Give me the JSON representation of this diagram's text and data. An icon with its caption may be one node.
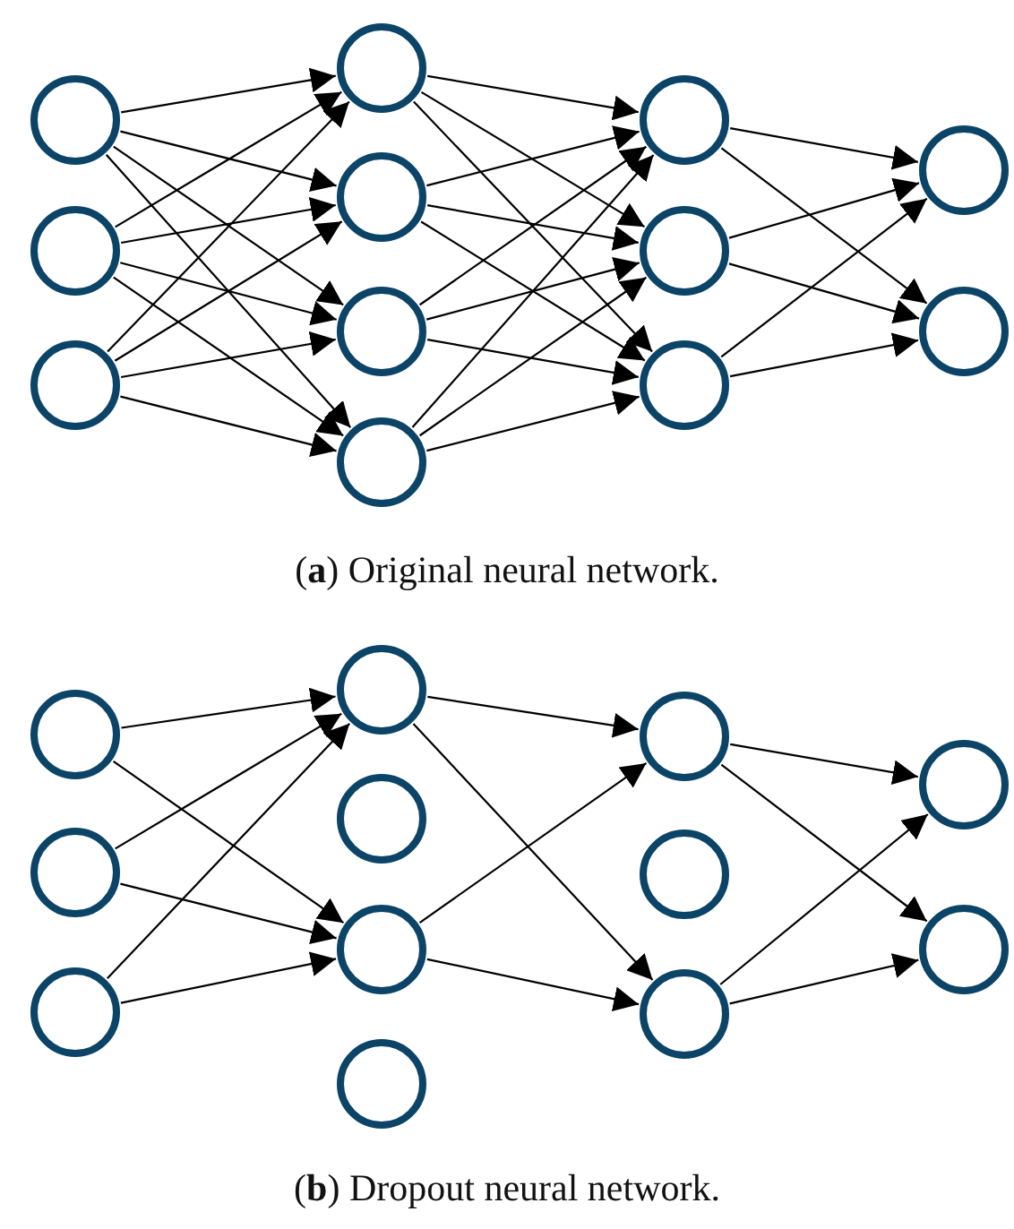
{
  "diagram": {
    "nodes": [
      {
        "text": [],
        "shape": "circle"
      },
      {
        "text": [],
        "shape": "circle"
      },
      {
        "text": [],
        "shape": "circle"
      },
      {
        "text": [],
        "shape": "circle"
      },
      {
        "text": [],
        "shape": "circle"
      },
      {
        "text": [],
        "shape": "circle"
      },
      {
        "text": [],
        "shape": "circle"
      },
      {
        "text": [],
        "shape": "circle"
      },
      {
        "text": [],
        "shape": "circle"
      },
      {
        "text": [],
        "shape": "circle"
      },
      {
        "text": [],
        "shape": "circle"
      },
      {
        "text": [],
        "shape": "circle"
      },
      {
        "text": [],
        "shape": "circle"
      },
      {
        "text": [],
        "shape": "circle"
      },
      {
        "text": [],
        "shape": "circle"
      },
      {
        "text": [],
        "shape": "circle"
      },
      {
        "text": [],
        "shape": "circle"
      },
      {
        "text": [],
        "shape": "circle"
      },
      {
        "text": [],
        "shape": "circle"
      },
      {
        "text": [],
        "shape": "circle"
      },
      {
        "text": [],
        "shape": "circle"
      },
      {
        "text": [],
        "shape": "circle"
      },
      {
        "text": [],
        "shape": "circle"
      },
      {
        "text": [],
        "shape": "circle"
      }
    ],
    "edges": [
      {
        "from": 0,
        "to": 3,
        "arrow": "to"
      },
      {
        "from": 0,
        "to": 4,
        "arrow": "to"
      },
      {
        "from": 0,
        "to": 5,
        "arrow": "to"
      },
      {
        "from": 0,
        "to": 6,
        "arrow": "to"
      },
      {
        "from": 1,
        "to": 3,
        "arrow": "to"
      },
      {
        "from": 1,
        "to": 4,
        "arrow": "to"
      },
      {
        "from": 1,
        "to": 5,
        "arrow": "to"
      },
      {
        "from": 1,
        "to": 6,
        "arrow": "to"
      },
      {
        "from": 2,
        "to": 3,
        "arrow": "to"
      },
      {
        "from": 2,
        "to": 4,
        "arrow": "to"
      },
      {
        "from": 2,
        "to": 5,
        "arrow": "to"
      },
      {
        "from": 2,
        "to": 6,
        "arrow": "to"
      },
      {
        "from": 3,
        "to": 7,
        "arrow": "to"
      },
      {
        "from": 3,
        "to": 8,
        "arrow": "to"
      },
      {
        "from": 3,
        "to": 9,
        "arrow": "to"
      },
      {
        "from": 4,
        "to": 7,
        "arrow": "to"
      },
      {
        "from": 4,
        "to": 8,
        "arrow": "to"
      },
      {
        "from": 4,
        "to": 9,
        "arrow": "to"
      },
      {
        "from": 5,
        "to": 7,
        "arrow": "to"
      },
      {
        "from": 5,
        "to": 8,
        "arrow": "to"
      },
      {
        "from": 5,
        "to": 9,
        "arrow": "to"
      },
      {
        "from": 6,
        "to": 7,
        "arrow": "to"
      },
      {
        "from": 6,
        "to": 8,
        "arrow": "to"
      },
      {
        "from": 6,
        "to": 9,
        "arrow": "to"
      },
      {
        "from": 7,
        "to": 10,
        "arrow": "to"
      },
      {
        "from": 7,
        "to": 11,
        "arrow": "to"
      },
      {
        "from": 8,
        "to": 10,
        "arrow": "to"
      },
      {
        "from": 8,
        "to": 11,
        "arrow": "to"
      },
      {
        "from": 9,
        "to": 10,
        "arrow": "to"
      },
      {
        "from": 9,
        "to": 11,
        "arrow": "to"
      },
      {
        "from": 12,
        "to": 15,
        "arrow": "to"
      },
      {
        "from": 12,
        "to": 17,
        "arrow": "to"
      },
      {
        "from": 13,
        "to": 15,
        "arrow": "to"
      },
      {
        "from": 13,
        "to": 17,
        "arrow": "to"
      },
      {
        "from": 14,
        "to": 15,
        "arrow": "to"
      },
      {
        "from": 14,
        "to": 17,
        "arrow": "to"
      },
      {
        "from": 15,
        "to": 19,
        "arrow": "to"
      },
      {
        "from": 15,
        "to": 21,
        "arrow": "to"
      },
      {
        "from": 17,
        "to": 19,
        "arrow": "to"
      },
      {
        "from": 17,
        "to": 21,
        "arrow": "to"
      },
      {
        "from": 19,
        "to": 22,
        "arrow": "to"
      },
      {
        "from": 19,
        "to": 23,
        "arrow": "to"
      },
      {
        "from": 21,
        "to": 22,
        "arrow": "to"
      },
      {
        "from": 21,
        "to": 23,
        "arrow": "to"
      }
    ],
    "labels": [
      "(**a**) Original neural network.",
      "(**b**) Dropout neural network."
    ]
  }
}
